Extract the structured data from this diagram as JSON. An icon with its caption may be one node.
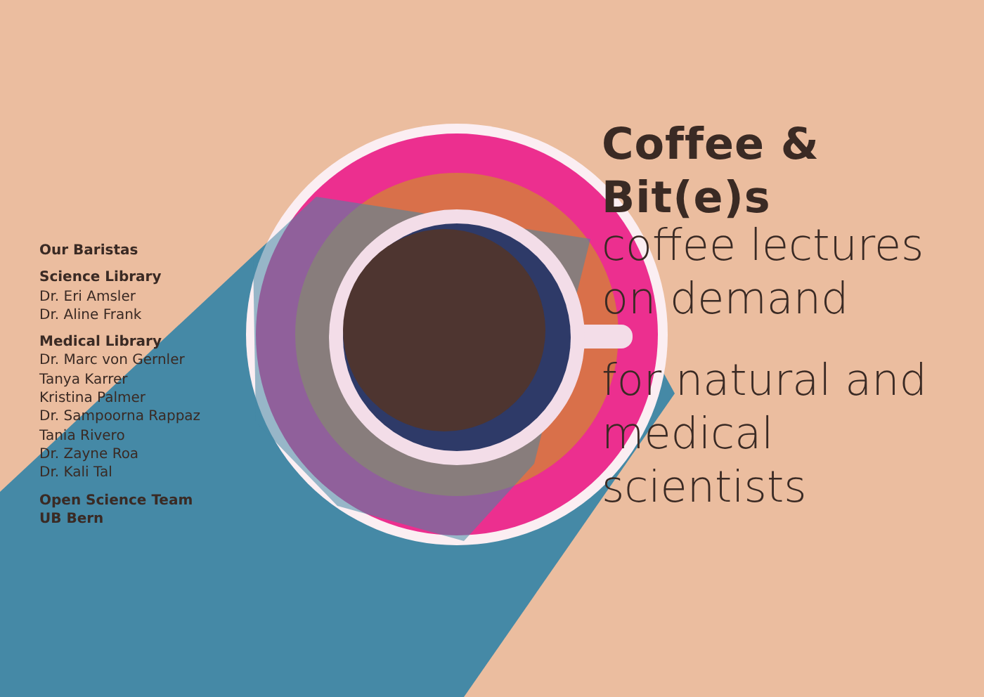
{
  "diagram": {
    "title": "Coffee & Bit(e)s",
    "labels": [
      "coffee lectures on demand",
      "for natural and medical scientists",
      "Our Baristas",
      "Science Library",
      "Dr. Eri Amsler",
      "Dr. Aline Frank",
      "Medical Library",
      "Dr. Marc von Gernler",
      "Tanya Karrer",
      "Kristina Palmer",
      "Dr. Sampoorna Rappaz",
      "Tania Rivero",
      "Dr. Zayne Roa",
      "Dr. Kali Tal",
      "Open Science Team",
      "UB Bern"
    ]
  }
}
